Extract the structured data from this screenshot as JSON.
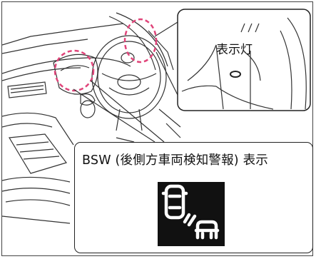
{
  "inset": {
    "indicator_lamp_label": "表示灯"
  },
  "callout": {
    "title": "BSW (後側方車両検知警報) 表示"
  },
  "icons": [
    "car-dashboard-illustration",
    "bsw-indicator-icon",
    "mirror-indicator-lamp-icon"
  ],
  "colors": {
    "highlight_dash": "#e0457a",
    "indicator_background": "#111111",
    "indicator_symbol": "#ffffff"
  }
}
